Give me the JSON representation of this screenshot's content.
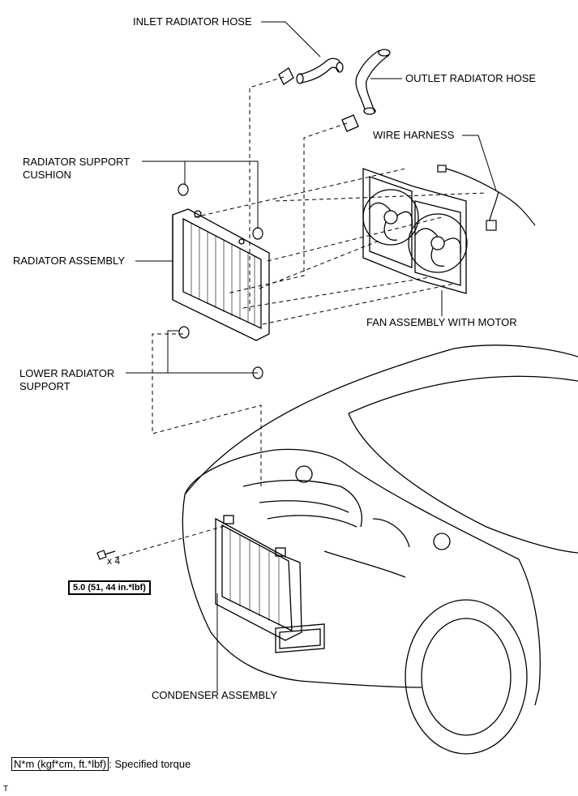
{
  "labels": {
    "inlet_hose": "INLET RADIATOR HOSE",
    "outlet_hose": "OUTLET RADIATOR HOSE",
    "wire_harness": "WIRE HARNESS",
    "support_cushion": "RADIATOR SUPPORT\nCUSHION",
    "radiator_assembly": "RADIATOR ASSEMBLY",
    "fan_assembly": "FAN ASSEMBLY WITH MOTOR",
    "lower_support": "LOWER RADIATOR\nSUPPORT",
    "condenser_assembly": "CONDENSER ASSEMBLY"
  },
  "fastener": {
    "quantity": "x 4",
    "torque": "5.0 (51, 44 in.*lbf)"
  },
  "legend": {
    "unit_box": "N*m (kgf*cm, ft.*lbf)",
    "text": ": Specified torque"
  },
  "corner_mark": "T"
}
